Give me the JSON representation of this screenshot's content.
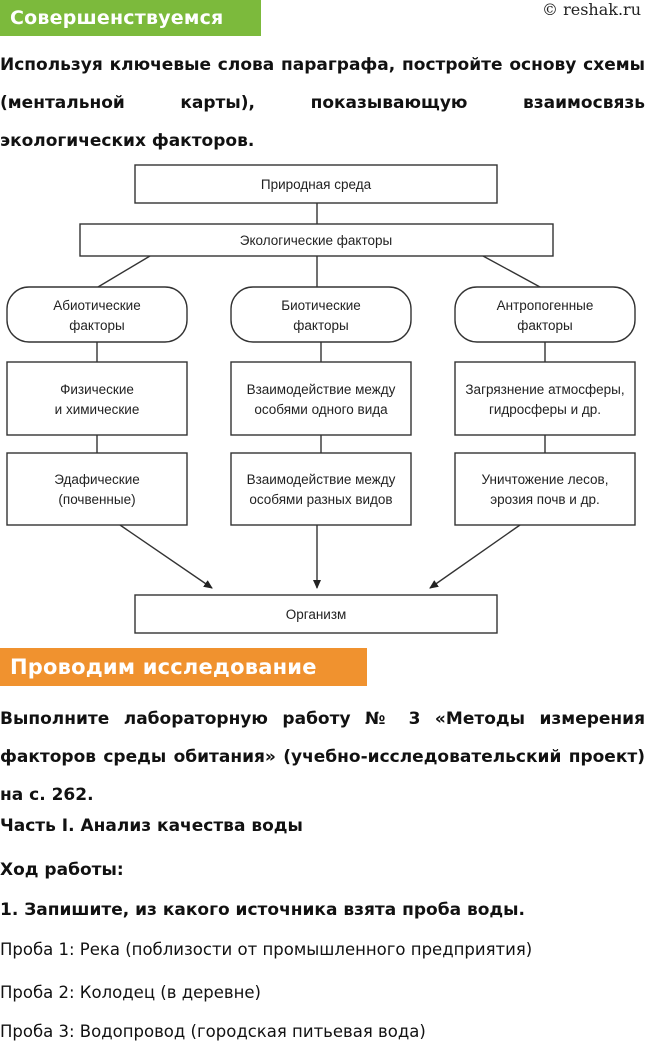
{
  "header": {
    "section_badge": "Совершенствуемся",
    "source": "© reshak.ru"
  },
  "task1": {
    "text": "Используя ключевые слова параграфа, постройте основу схемы (ментальной карты), показывающую взаимосвязь экологических факторов."
  },
  "diagram": {
    "top": "Природная среда",
    "factors": "Экологические факторы",
    "columns": [
      {
        "head": [
          "Абиотические",
          "факторы"
        ],
        "row1": [
          "Физические",
          "и химические"
        ],
        "row2": [
          "Эдафические",
          "(почвенные)"
        ]
      },
      {
        "head": [
          "Биотические",
          "факторы"
        ],
        "row1": [
          "Взаимодействие между",
          "особями одного вида"
        ],
        "row2": [
          "Взаимодействие между",
          "особями разных видов"
        ]
      },
      {
        "head": [
          "Антропогенные",
          "факторы"
        ],
        "row1": [
          "Загрязнение атмосферы,",
          "гидросферы и др."
        ],
        "row2": [
          "Уничтожение лесов,",
          "эрозия почв и др."
        ]
      }
    ],
    "bottom": "Организм"
  },
  "section2": {
    "badge": "Проводим исследование",
    "task": "Выполните лабораторную работу № 3 «Методы измерения факторов среды обитания» (учебно-исследовательский проект) на с. 262.",
    "part": "Часть I. Анализ качества воды",
    "course": "Ход работы:",
    "step1": "1. Запишите, из какого источника взята проба воды.",
    "samples": [
      "Проба 1: Река (поблизости от промышленного предприятия)",
      "Проба 2: Колодец (в деревне)",
      "Проба 3: Водопровод (городская питьевая вода)"
    ]
  }
}
